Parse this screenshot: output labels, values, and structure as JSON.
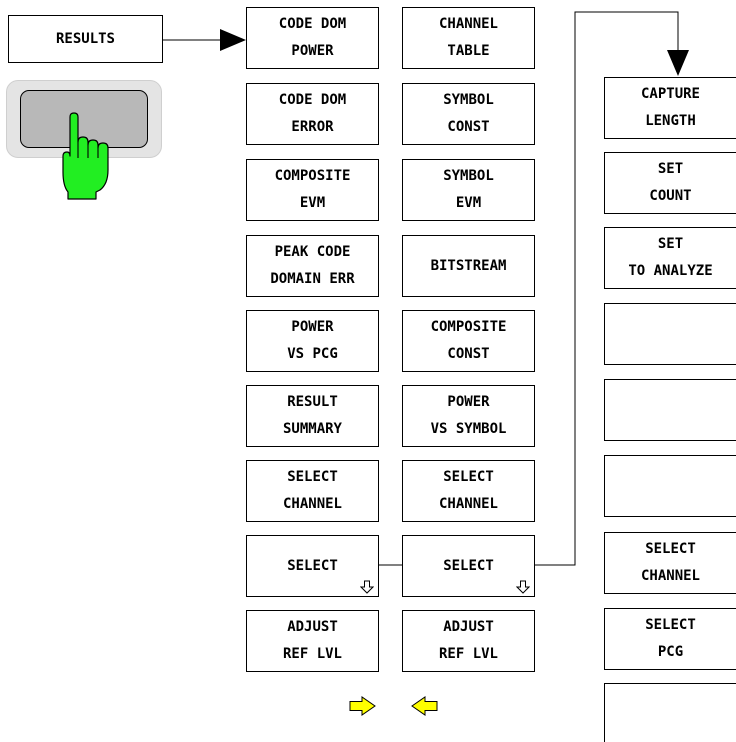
{
  "results_key": {
    "label": "RESULTS"
  },
  "column1": {
    "keys": [
      "CODE DOM\nPOWER",
      "CODE DOM\nERROR",
      "COMPOSITE\nEVM",
      "PEAK CODE\nDOMAIN ERR",
      "POWER\nVS PCG",
      "RESULT\nSUMMARY",
      "SELECT\nCHANNEL",
      "SELECT",
      "ADJUST\nREF LVL"
    ]
  },
  "column2": {
    "keys": [
      "CHANNEL\nTABLE",
      "SYMBOL\nCONST",
      "SYMBOL\nEVM",
      "BITSTREAM",
      "COMPOSITE\nCONST",
      "POWER\nVS SYMBOL",
      "SELECT\nCHANNEL",
      "SELECT",
      "ADJUST\nREF LVL"
    ]
  },
  "column3": {
    "keys": [
      "CAPTURE\nLENGTH",
      "SET\nCOUNT",
      "SET\nTO ANALYZE",
      "",
      "",
      "",
      "SELECT\nCHANNEL",
      "SELECT\nPCG",
      ""
    ]
  },
  "colors": {
    "hand_green": "#22ee22",
    "arrow_yellow": "#ffff00",
    "button_gray": "#b8b8b8"
  },
  "icons": {
    "hand": "pointing-hand-icon",
    "submenu": "submenu-down-arrow-icon",
    "next_page": "right-arrow-icon",
    "prev_page": "left-arrow-icon"
  }
}
